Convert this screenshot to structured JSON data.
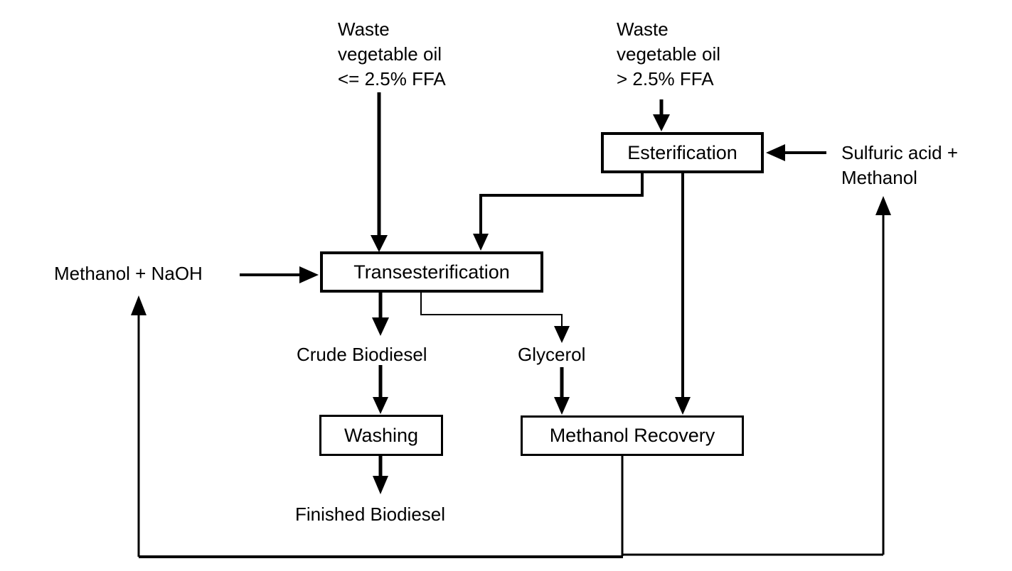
{
  "diagram": {
    "type": "flowchart",
    "subject": "biodiesel-production-process",
    "colors": {
      "background": "#ffffff",
      "line": "#000000",
      "text": "#000000",
      "box_fill": "#ffffff",
      "box_border": "#000000"
    },
    "nodes": {
      "waste_oil_low": {
        "kind": "stream-label",
        "label": "Waste\nvegetable oil\n<= 2.5% FFA"
      },
      "waste_oil_high": {
        "kind": "stream-label",
        "label": "Waste\nvegetable oil\n> 2.5% FFA"
      },
      "sulfuric_methanol": {
        "kind": "stream-label",
        "label": "Sulfuric acid +\nMethanol"
      },
      "methanol_naoh": {
        "kind": "stream-label",
        "label": "Methanol + NaOH"
      },
      "esterification": {
        "kind": "process-box",
        "label": "Esterification"
      },
      "transesterification": {
        "kind": "process-box",
        "label": "Transesterification"
      },
      "crude_biodiesel": {
        "kind": "stream-label",
        "label": "Crude Biodiesel"
      },
      "glycerol": {
        "kind": "stream-label",
        "label": "Glycerol"
      },
      "washing": {
        "kind": "process-box",
        "label": "Washing"
      },
      "methanol_recovery": {
        "kind": "process-box",
        "label": "Methanol Recovery"
      },
      "finished_biodiesel": {
        "kind": "stream-label",
        "label": "Finished Biodiesel"
      }
    },
    "edges": [
      {
        "from": "waste_oil_low",
        "to": "transesterification"
      },
      {
        "from": "waste_oil_high",
        "to": "esterification"
      },
      {
        "from": "sulfuric_methanol",
        "to": "esterification"
      },
      {
        "from": "esterification",
        "to": "transesterification"
      },
      {
        "from": "esterification",
        "to": "methanol_recovery"
      },
      {
        "from": "methanol_naoh",
        "to": "transesterification"
      },
      {
        "from": "transesterification",
        "to": "crude_biodiesel"
      },
      {
        "from": "transesterification",
        "to": "glycerol"
      },
      {
        "from": "crude_biodiesel",
        "to": "washing"
      },
      {
        "from": "glycerol",
        "to": "methanol_recovery"
      },
      {
        "from": "washing",
        "to": "finished_biodiesel"
      },
      {
        "from": "methanol_recovery",
        "to": "methanol_naoh",
        "note": "recycle loop"
      },
      {
        "from": "methanol_recovery",
        "to": "sulfuric_methanol",
        "note": "recycle loop"
      }
    ]
  }
}
